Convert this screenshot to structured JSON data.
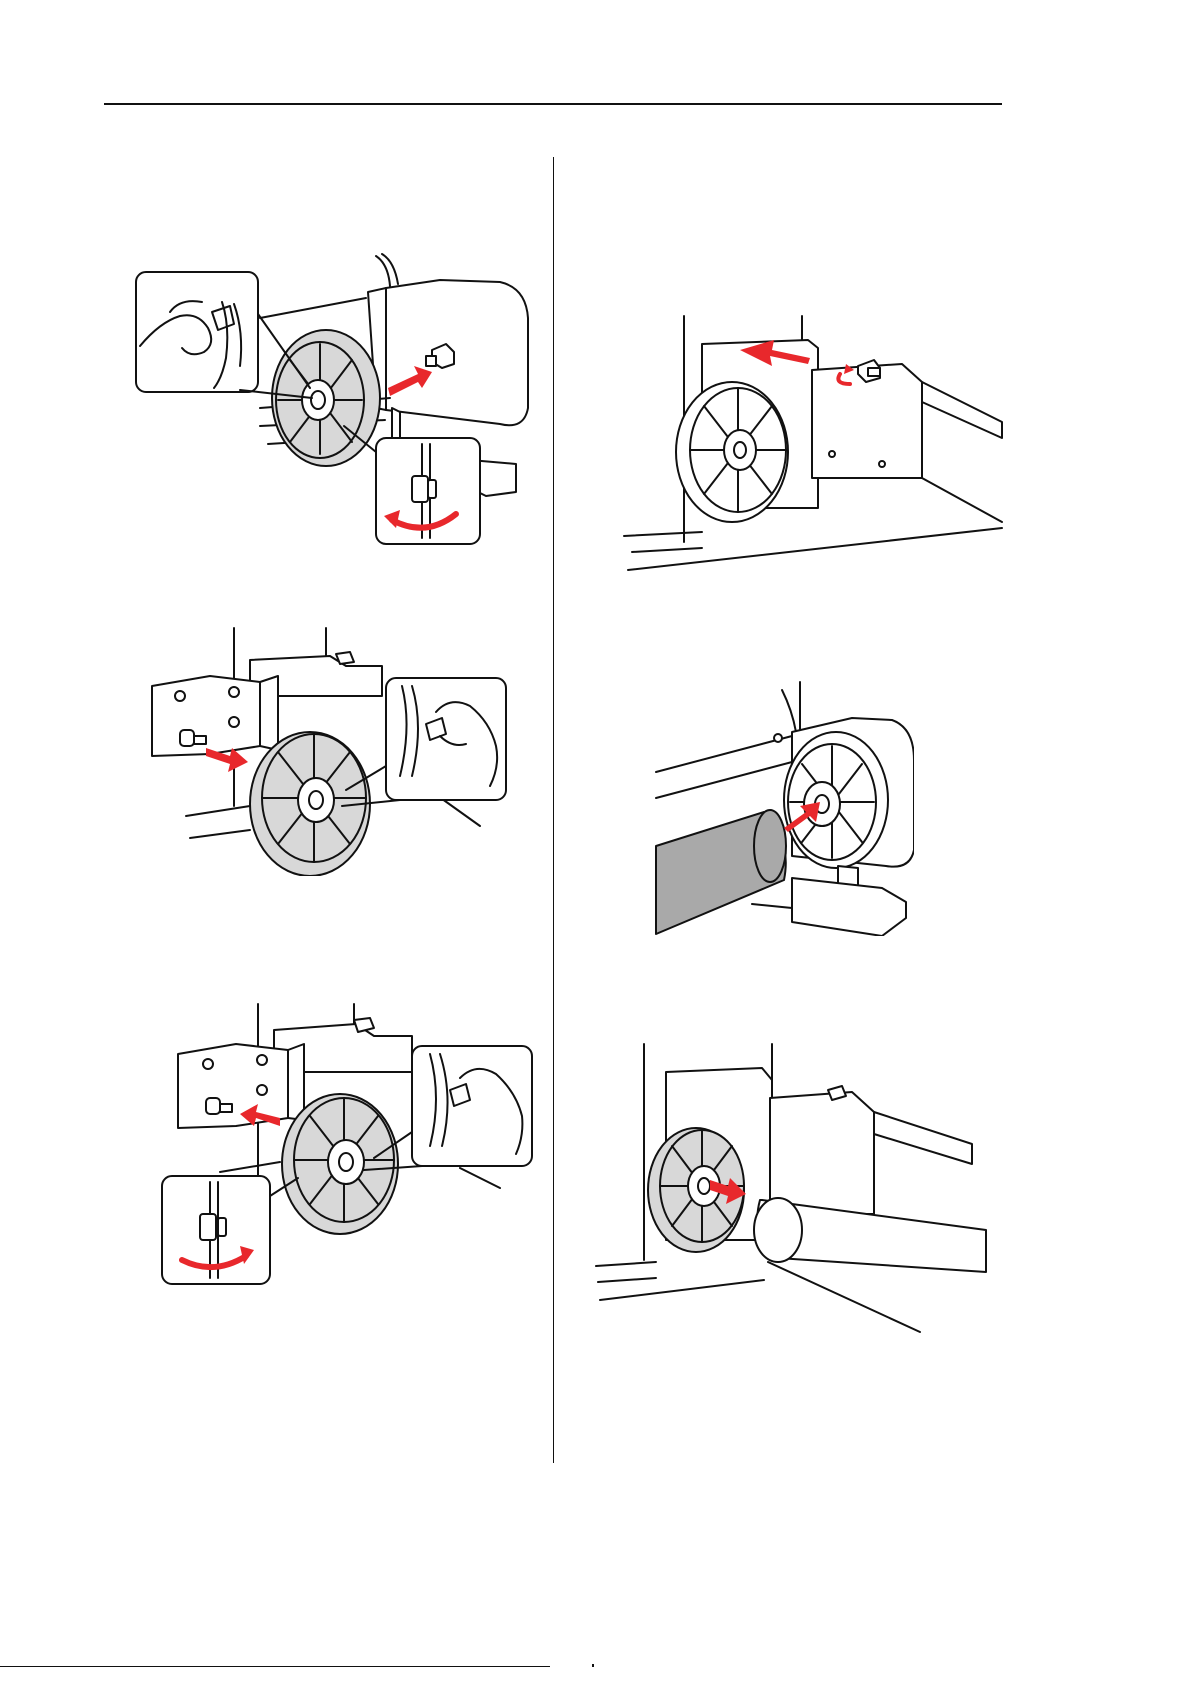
{
  "page": {
    "header_rule": true,
    "column_divider": true,
    "footer_rule": true
  },
  "colors": {
    "arrow": "#e8282c",
    "line": "#111111",
    "flange_fill": "#d8d8d8",
    "roll_fill": "#a9a9a9"
  },
  "figures": [
    {
      "id": "fig-1",
      "name": "attach-flange-to-takeup-motor",
      "arrow_icon": "push-arrow",
      "inset": "hand-rotate-lock",
      "rotate_icon": "rotate-arrow"
    },
    {
      "id": "fig-2",
      "name": "remove-flange-from-holder",
      "arrow_icon": "pull-arrow",
      "inset": "hand-grip-flange"
    },
    {
      "id": "fig-3",
      "name": "attach-flange-to-holder",
      "arrow_icon": "push-arrow",
      "inset": "hand-grip-flange",
      "rotate_icon": "rotate-arrow"
    },
    {
      "id": "fig-4",
      "name": "slide-holder-and-lock-knob",
      "arrow_icon": "slide-arrow",
      "rotate_icon": "knob-rotate-arrow"
    },
    {
      "id": "fig-5",
      "name": "insert-roll-core-into-motor-flange",
      "arrow_icon": "push-arrow"
    },
    {
      "id": "fig-6",
      "name": "insert-flange-into-roll-core",
      "arrow_icon": "push-arrow"
    }
  ]
}
